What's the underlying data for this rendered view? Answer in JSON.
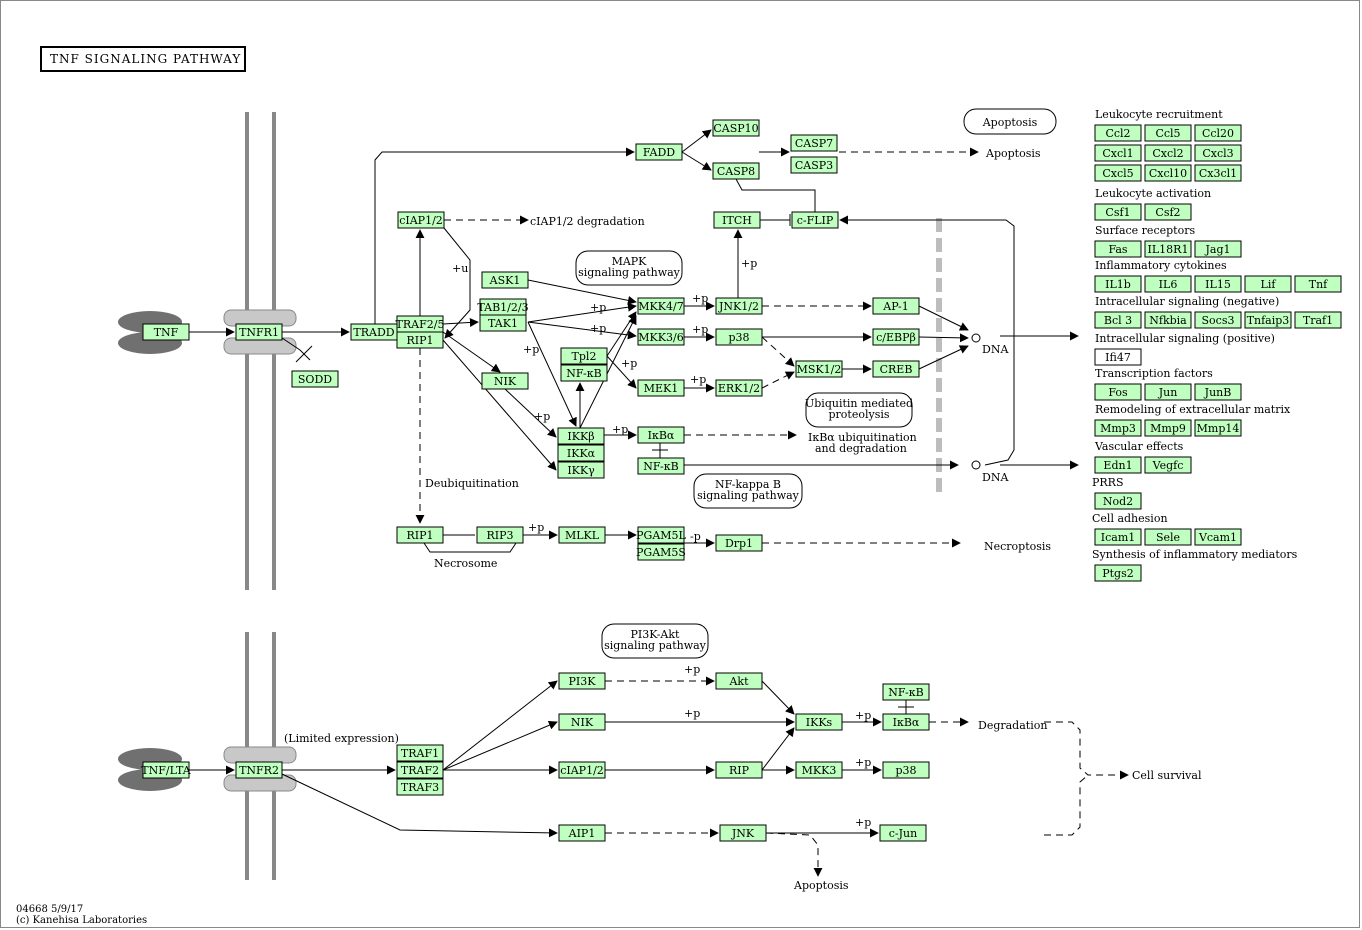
{
  "title": "TNF  SIGNALING  PATHWAY",
  "footer": {
    "id": "04668 5/9/17",
    "copyright": "(c) Kanehisa Laboratories"
  },
  "colors": {
    "gene_fill": "#bfffbf",
    "gene_border": "#000000",
    "receptor": "#c8c8c8",
    "ligand": "#707070",
    "membrane": "#888888",
    "nuclear_membrane": "#bdbdbd"
  },
  "genes": {
    "tnf": "TNF",
    "tnfr1": "TNFR1",
    "sodd": "SODD",
    "tradd": "TRADD",
    "traf25": "TRAF2/5",
    "rip1": "RIP1",
    "ciap12": "cIAP1/2",
    "ask1": "ASK1",
    "tab123": "TAB1/2/3",
    "tak1": "TAK1",
    "nik": "NIK",
    "fadd": "FADD",
    "casp10": "CASP10",
    "casp8": "CASP8",
    "casp7": "CASP7",
    "casp3": "CASP3",
    "itch": "ITCH",
    "cflip": "c-FLIP",
    "mkk47": "MKK4/7",
    "mkk36": "MKK3/6",
    "jnk12": "JNK1/2",
    "p38": "p38",
    "tpl2": "Tpl2",
    "nfkb_upper": "NF-κB",
    "mek1": "MEK1",
    "erk12": "ERK1/2",
    "msk12": "MSK1/2",
    "ap1": "AP-1",
    "cebpb": "c/EBPβ",
    "creb": "CREB",
    "ikkb": "IKKβ",
    "ikka": "IKKα",
    "ikkg": "IKKγ",
    "ikba": "IκBα",
    "nfkb_lower": "NF-κB",
    "rip1b": "RIP1",
    "rip3": "RIP3",
    "mlkl": "MLKL",
    "pgam5l": "PGAM5L",
    "pgam5s": "PGAM5S",
    "drp1": "Drp1",
    "tnflta": "TNF/LTA",
    "tnfr2": "TNFR2",
    "traf1": "TRAF1",
    "traf2": "TRAF2",
    "traf3": "TRAF3",
    "pi3k": "PI3K",
    "akt": "Akt",
    "nik2": "NIK",
    "ikks": "IKKs",
    "nfkb3": "NF-κB",
    "ikba2": "IκBα",
    "ciap12b": "cIAP1/2",
    "rip": "RIP",
    "mkk3": "MKK3",
    "p38b": "p38",
    "aip1": "AIP1",
    "jnk": "JNK",
    "cjun": "c-Jun"
  },
  "labels": {
    "ciap_degradation": "cIAP1/2 degradation",
    "apoptosis_top": "Apoptosis",
    "apoptosis_box": "Apoptosis",
    "dna_upper": "DNA",
    "dna_lower": "DNA",
    "deubiquitination": "Deubiquitination",
    "necrosome": "Necrosome",
    "necroptosis": "Necroptosis",
    "ikba_ubiq1": "IκBα ubiquitination",
    "ikba_ubiq2": "and degradation",
    "limited_expression": "(Limited expression)",
    "degradation": "Degradation",
    "cell_survival": "Cell survival",
    "apoptosis_bottom": "Apoptosis",
    "p_plus": "+p",
    "p_minus": "-p",
    "u_plus": "+u"
  },
  "pathway_links": {
    "mapk_line1": "MAPK",
    "mapk_line2": "signaling pathway",
    "ubiquitin_line1": "Ubiquitin mediated",
    "ubiquitin_line2": "proteolysis",
    "nfkb_line1": "NF-kappa B",
    "nfkb_line2": "signaling pathway",
    "pi3k_line1": "PI3K-Akt",
    "pi3k_line2": "signaling pathway"
  },
  "target_groups": [
    {
      "title": "Leukocyte recruitment",
      "genes": [
        "Ccl2",
        "Ccl5",
        "Ccl20",
        "Cxcl1",
        "Cxcl2",
        "Cxcl3",
        "Cxcl5",
        "Cxcl10",
        "Cx3cl1"
      ]
    },
    {
      "title": "Leukocyte activation",
      "genes": [
        "Csf1",
        "Csf2"
      ]
    },
    {
      "title": "Surface receptors",
      "genes": [
        "Fas",
        "IL18R1",
        "Jag1"
      ]
    },
    {
      "title": "Inflammatory cytokines",
      "genes": [
        "IL1b",
        "IL6",
        "IL15",
        "Lif",
        "Tnf"
      ]
    },
    {
      "title": "Intracellular signaling (negative)",
      "genes": [
        "Bcl 3",
        "Nfkbia",
        "Socs3",
        "Tnfaip3",
        "Traf1"
      ]
    },
    {
      "title": "Intracellular signaling (positive)",
      "genes": [
        "Ifi47"
      ]
    },
    {
      "title": "Transcription factors",
      "genes": [
        "Fos",
        "Jun",
        "JunB"
      ]
    },
    {
      "title": "Remodeling of extracellular matrix",
      "genes": [
        "Mmp3",
        "Mmp9",
        "Mmp14"
      ]
    },
    {
      "title": "Vascular effects",
      "genes": [
        "Edn1",
        "Vegfc"
      ]
    },
    {
      "title": "PRRS",
      "genes": [
        "Nod2"
      ]
    },
    {
      "title": "Cell adhesion",
      "genes": [
        "Icam1",
        "Sele",
        "Vcam1"
      ]
    },
    {
      "title": "Synthesis of inflammatory mediators",
      "genes": [
        "Ptgs2"
      ]
    }
  ]
}
